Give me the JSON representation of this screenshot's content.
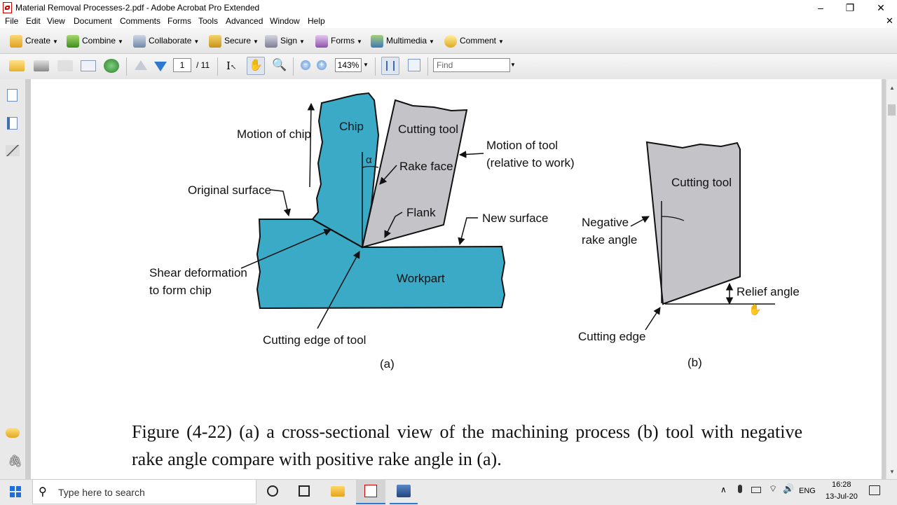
{
  "window": {
    "title": "Material Removal Processes-2.pdf - Adobe Acrobat Pro Extended",
    "controls": [
      "–",
      "❐",
      "✕"
    ]
  },
  "menu": [
    "File",
    "Edit",
    "View",
    "Document",
    "Comments",
    "Forms",
    "Tools",
    "Advanced",
    "Window",
    "Help"
  ],
  "toolbar": {
    "buttons": [
      "Create",
      "Combine",
      "Collaborate",
      "Secure",
      "Sign",
      "Forms",
      "Multimedia",
      "Comment"
    ]
  },
  "nav": {
    "page_current": "1",
    "page_total": "/ 11",
    "zoom": "143%",
    "find_placeholder": "Find"
  },
  "figure": {
    "a": {
      "chip": "Chip",
      "cutting_tool": "Cutting tool",
      "motion_of_chip": "Motion of chip",
      "motion_of_tool_1": "Motion of tool",
      "motion_of_tool_2": "(relative to work)",
      "alpha": "α",
      "rake_face": "Rake face",
      "original_surface": "Original surface",
      "flank": "Flank",
      "new_surface": "New surface",
      "shear_1": "Shear deformation",
      "shear_2": "to form chip",
      "workpart": "Workpart",
      "cutting_edge": "Cutting edge of tool",
      "label": "(a)"
    },
    "b": {
      "cutting_tool": "Cutting tool",
      "neg_rake_1": "Negative",
      "neg_rake_2": "rake angle",
      "relief_angle": "Relief angle",
      "cutting_edge": "Cutting edge",
      "label": "(b)"
    },
    "caption": "Figure (4-22) (a) a cross-sectional view of the machining process (b) tool with negative rake angle compare with positive rake angle in (a)."
  },
  "colors": {
    "workpiece": "#3aaac6",
    "tool": "#c4c4c8"
  },
  "taskbar": {
    "search_placeholder": "Type here to search",
    "language": "ENG",
    "time": "16:28",
    "date": "13-Jul-20"
  }
}
